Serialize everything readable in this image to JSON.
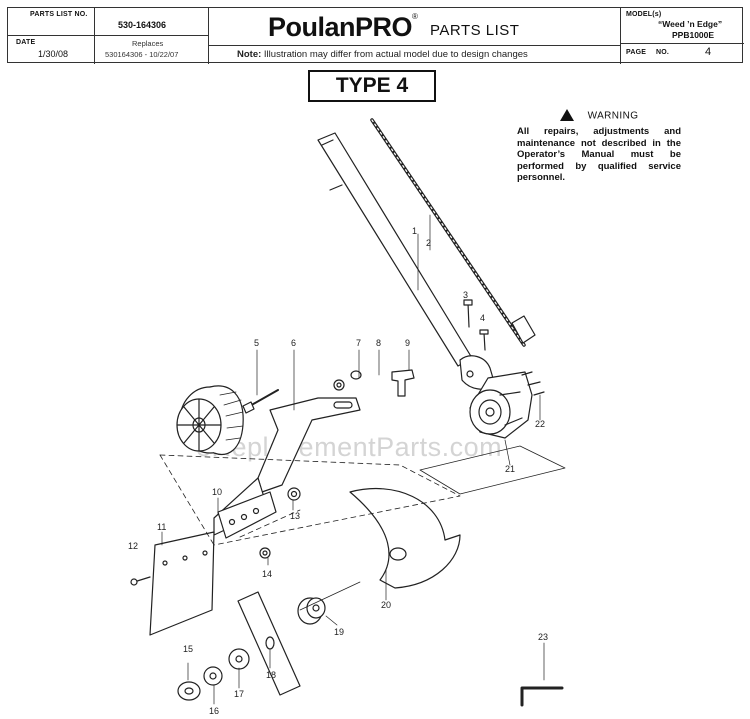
{
  "header": {
    "parts_list_no_label": "PARTS LIST NO.",
    "parts_list_no": "530-164306",
    "date_label": "DATE",
    "date": "1/30/08",
    "replaces_label": "Replaces",
    "replaces": "530164306 - 10/22/07",
    "brand": "PoulanPRO",
    "brand_mark": "®",
    "title": "PARTS LIST",
    "note_label": "Note:",
    "note": "Illustration may differ from actual model due to design changes",
    "model_label": "MODEL(s)",
    "model_name": "“Weed ’n Edge”",
    "model_number": "PPB1000E",
    "page_label": "PAGE",
    "page_no_label": "NO.",
    "page_no": "4"
  },
  "type_label": "TYPE 4",
  "warning": {
    "title": "WARNING",
    "text": "All repairs, adjustments and maintenance not described in the Operator’s Manual must be performed by qualified service personnel."
  },
  "watermark": "eReplacementParts.com",
  "callouts": [
    "1",
    "2",
    "3",
    "4",
    "5",
    "6",
    "7",
    "8",
    "9",
    "10",
    "11",
    "12",
    "13",
    "14",
    "15",
    "16",
    "17",
    "18",
    "19",
    "20",
    "21",
    "22",
    "23"
  ]
}
